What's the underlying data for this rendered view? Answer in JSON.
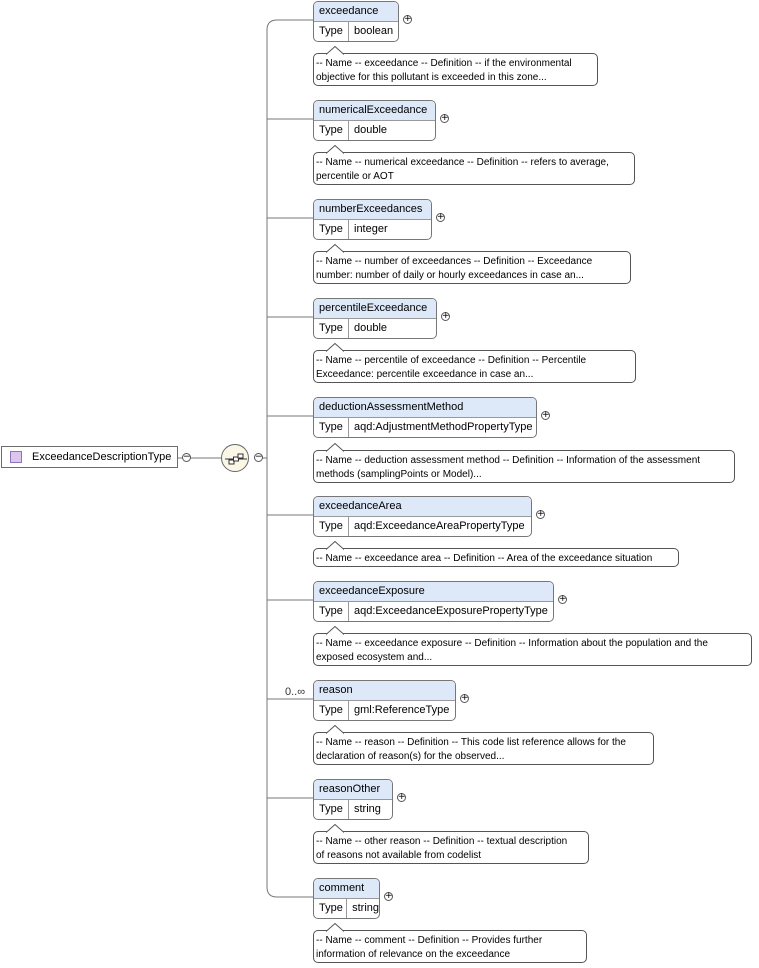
{
  "root": {
    "name": "ExceedanceDescriptionType",
    "toggle_glyph": "−"
  },
  "sequence": {
    "icon": "sequence-compositor-icon",
    "toggle_glyph": "−"
  },
  "type_key": "Type",
  "expand_glyph": "+",
  "elements": [
    {
      "name": "exceedance",
      "type": "boolean",
      "doc": [
        "-- Name -- exceedance -- Definition -- if the environmental",
        "objective for this pollutant is exceeded in this zone..."
      ]
    },
    {
      "name": "numericalExceedance",
      "type": "double",
      "doc": [
        "-- Name -- numerical exceedance -- Definition -- refers to average,",
        "percentile or AOT"
      ]
    },
    {
      "name": "numberExceedances",
      "type": "integer",
      "doc": [
        "-- Name -- number of exceedances -- Definition -- Exceedance",
        "number: number of daily or hourly exceedances in case an..."
      ]
    },
    {
      "name": "percentileExceedance",
      "type": "double",
      "doc": [
        "-- Name -- percentile of exceedance -- Definition -- Percentile",
        "Exceedance: percentile exceedance in case an..."
      ]
    },
    {
      "name": "deductionAssessmentMethod",
      "type": "aqd:AdjustmentMethodPropertyType",
      "doc": [
        "-- Name -- deduction assessment method -- Definition -- Information of the assessment",
        "methods (samplingPoints or Model)..."
      ]
    },
    {
      "name": "exceedanceArea",
      "type": "aqd:ExceedanceAreaPropertyType",
      "doc": [
        "-- Name -- exceedance area -- Definition -- Area of the exceedance situation"
      ]
    },
    {
      "name": "exceedanceExposure",
      "type": "aqd:ExceedanceExposurePropertyType",
      "doc": [
        "-- Name -- exceedance exposure -- Definition -- Information about the population and the",
        "exposed ecosystem and..."
      ]
    },
    {
      "name": "reason",
      "type": "gml:ReferenceType",
      "multiplicity": "0..∞",
      "doc": [
        "-- Name -- reason -- Definition -- This code list reference allows for the",
        "declaration of reason(s) for the observed..."
      ]
    },
    {
      "name": "reasonOther",
      "type": "string",
      "doc": [
        "-- Name -- other reason -- Definition -- textual description",
        "of reasons not available from codelist"
      ]
    },
    {
      "name": "comment",
      "type": "string",
      "doc": [
        "-- Name -- comment -- Definition -- Provides further",
        "information of relevance on the exceedance"
      ]
    }
  ]
}
